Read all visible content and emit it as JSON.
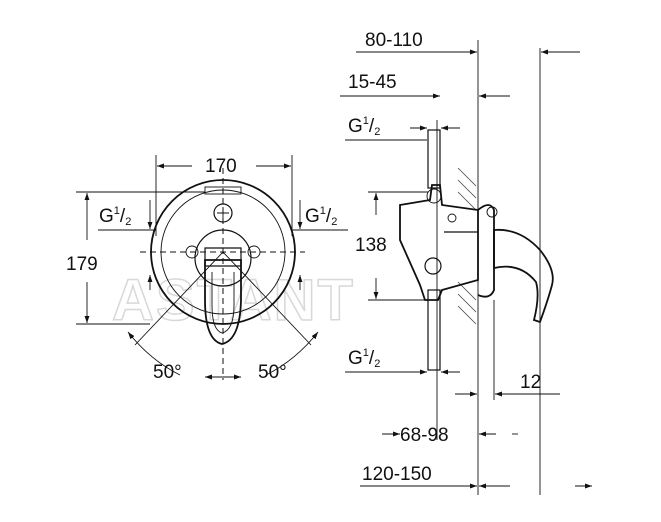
{
  "front_view": {
    "width_dim": "170",
    "height_dim": "179",
    "thread_left": "G",
    "thread_right": "G",
    "thread_size": "1/2",
    "angle_left": "50°",
    "angle_right": "50°"
  },
  "side_view": {
    "dim_80_110": "80-110",
    "dim_15_45": "15-45",
    "thread_top": "G",
    "thread_bottom": "G",
    "thread_size": "1/2",
    "dim_138": "138",
    "dim_12": "12",
    "dim_68_98": "68-98",
    "dim_120_150": "120-150"
  },
  "watermark": "ASTANT"
}
